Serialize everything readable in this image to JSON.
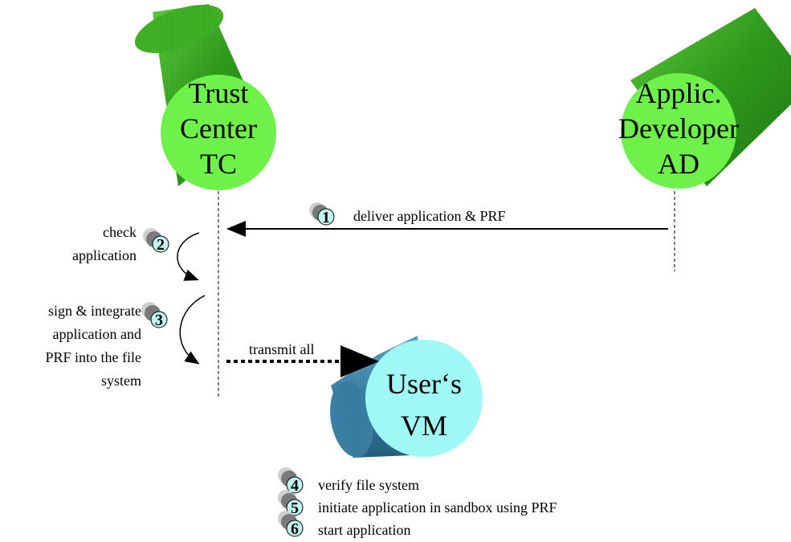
{
  "nodes": {
    "trust_center": {
      "lines": [
        "Trust",
        "Center",
        "TC"
      ],
      "color": "#6ef24a"
    },
    "app_developer": {
      "lines": [
        "Applic.",
        "Developer",
        "AD"
      ],
      "color": "#6ef24a"
    },
    "users_vm": {
      "lines": [
        "User‘s",
        "VM"
      ],
      "color": "#9ff8f6"
    }
  },
  "messages": {
    "deliver": "deliver application & PRF",
    "transmit": "transmit all"
  },
  "steps": {
    "s1": {
      "num": "1"
    },
    "s2": {
      "num": "2",
      "lines": [
        "check",
        "application"
      ]
    },
    "s3": {
      "num": "3",
      "lines": [
        "sign & integrate",
        "application and",
        "PRF into the file",
        "system"
      ]
    },
    "s4": {
      "num": "4",
      "text": "verify file system"
    },
    "s5": {
      "num": "5",
      "text": "initiate application in sandbox using PRF"
    },
    "s6": {
      "num": "6",
      "text": "start application"
    }
  },
  "colors": {
    "green_body": "#2f9a1c",
    "green_face": "#6ef24a",
    "blue_body": "#3a7fa3",
    "blue_face": "#9ff8f6",
    "step_badge": "#bff4f0"
  }
}
